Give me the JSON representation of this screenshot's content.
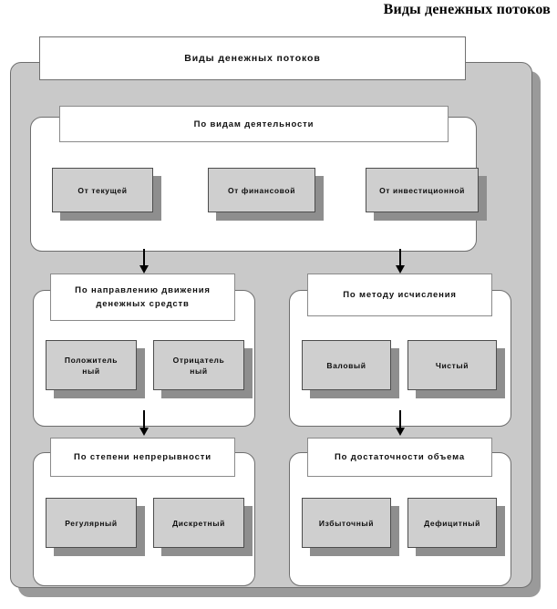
{
  "page": {
    "caption": "Виды денежных потоков"
  },
  "diagram": {
    "root": {
      "label": "Виды денежных потоков"
    },
    "groups": [
      {
        "id": "by-activity",
        "header": "По видам деятельности",
        "nodes": [
          {
            "label": "От текущей"
          },
          {
            "label": "От финансовой"
          },
          {
            "label": "От инвестиционной"
          }
        ]
      },
      {
        "id": "by-direction",
        "header": "По направлению движения денежных средств",
        "nodes": [
          {
            "line1": "Положитель",
            "line2": "ный"
          },
          {
            "line1": "Отрицатель",
            "line2": "ный"
          }
        ]
      },
      {
        "id": "by-method",
        "header": "По методу исчисления",
        "nodes": [
          {
            "label": "Валовый"
          },
          {
            "label": "Чистый"
          }
        ]
      },
      {
        "id": "by-continuity",
        "header": "По степени непрерывности",
        "nodes": [
          {
            "label": "Регулярный"
          },
          {
            "label": "Дискретный"
          }
        ]
      },
      {
        "id": "by-sufficiency",
        "header": "По достаточности объема",
        "nodes": [
          {
            "label": "Избыточный"
          },
          {
            "label": "Дефицитный"
          }
        ]
      }
    ],
    "colors": {
      "panel": "#c9c9c9",
      "panel_shadow": "#9a9a9a",
      "group_fill": "#ffffff",
      "leaf_fill": "#cfcfcf",
      "leaf_shadow": "#8e8e8e",
      "stroke": "#4d4d4d",
      "text": "#0d0d0d"
    }
  }
}
